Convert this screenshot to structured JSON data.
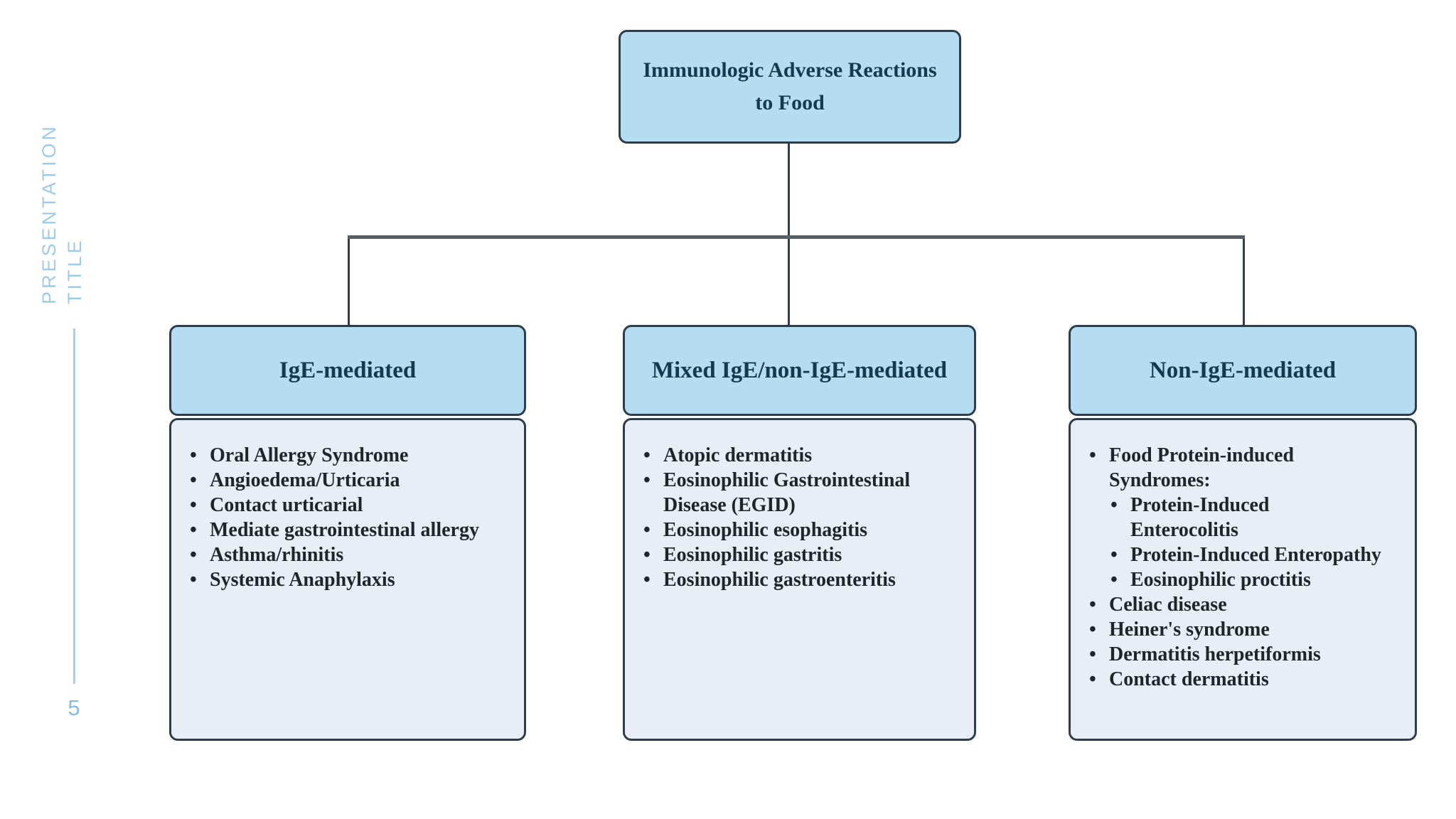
{
  "slide": {
    "sidebar_title_line1": "PRESENTATION",
    "sidebar_title_line2": "TITLE",
    "page_number": "5"
  },
  "ui": {
    "bullet": "•"
  },
  "colors": {
    "header_fill": "#b5dcf0",
    "body_fill": "#e9eef6",
    "box_border": "#2e3d4d",
    "header_text": "#15394f",
    "body_text": "#1e252b",
    "sidebar_accent": "#9ecbe8",
    "connector_dark": "#343d49",
    "connector_gray": "#575f66"
  },
  "diagram": {
    "root": {
      "title": "Immunologic Adverse Reactions\nto Food"
    },
    "columns": [
      {
        "header": "IgE-mediated",
        "items": [
          {
            "text": "Oral Allergy Syndrome",
            "level": 1
          },
          {
            "text": "Angioedema/Urticaria",
            "level": 1
          },
          {
            "text": "Contact urticarial",
            "level": 1
          },
          {
            "text": "Mediate gastrointestinal allergy",
            "level": 1
          },
          {
            "text": "Asthma/rhinitis",
            "level": 1
          },
          {
            "text": "Systemic Anaphylaxis",
            "level": 1
          }
        ]
      },
      {
        "header": "Mixed IgE/non-IgE-mediated",
        "items": [
          {
            "text": "Atopic dermatitis",
            "level": 1
          },
          {
            "text": "Eosinophilic Gastrointestinal\nDisease (EGID)",
            "level": 1
          },
          {
            "text": "Eosinophilic esophagitis",
            "level": 1
          },
          {
            "text": "Eosinophilic gastritis",
            "level": 1
          },
          {
            "text": "Eosinophilic gastroenteritis",
            "level": 1
          }
        ]
      },
      {
        "header": "Non-IgE-mediated",
        "items": [
          {
            "text": "Food Protein-induced\nSyndromes:",
            "level": 1
          },
          {
            "text": "Protein-Induced\nEnterocolitis",
            "level": 2
          },
          {
            "text": "Protein-Induced Enteropathy",
            "level": 2
          },
          {
            "text": "Eosinophilic proctitis",
            "level": 2
          },
          {
            "text": "Celiac disease",
            "level": 1
          },
          {
            "text": "Heiner's syndrome",
            "level": 1
          },
          {
            "text": "Dermatitis herpetiformis",
            "level": 1
          },
          {
            "text": "Contact dermatitis",
            "level": 1
          }
        ]
      }
    ]
  }
}
